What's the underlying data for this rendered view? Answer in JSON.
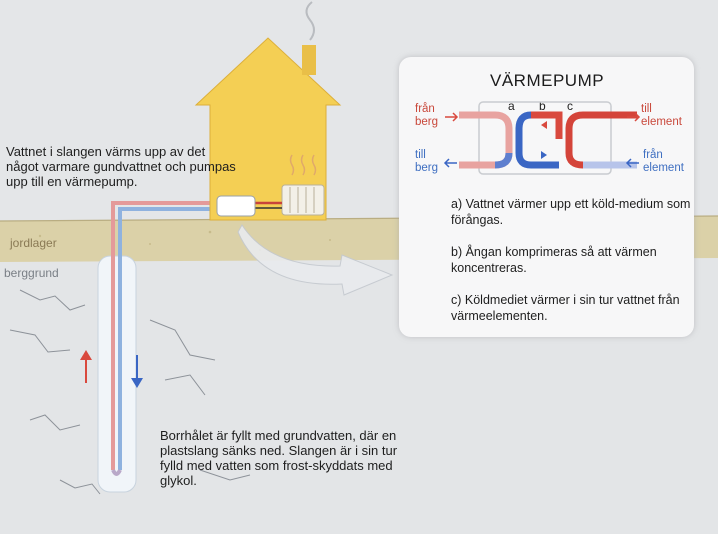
{
  "intro_text": "Vattnet i slangen värms upp av det något varmare gundvattnet och pumpas upp till en värmepump.",
  "layers": {
    "soil": "jordlager",
    "bedrock": "berggrund"
  },
  "borehole_text": "Borrhålet är fyllt med grundvatten, där en plastslang sänks ned. Slangen är i sin tur fylld med vatten som frost-skyddats med glykol.",
  "heat_pump": {
    "title": "VÄRMEPUMP",
    "from_rock": "från berg",
    "to_rock": "till berg",
    "to_element": "till element",
    "from_element": "från element",
    "letters": [
      "a",
      "b",
      "c"
    ],
    "step_a": "a) Vattnet värmer upp ett köld-medium som förångas.",
    "step_b": "b) Ångan komprimeras så att värmen koncentreras.",
    "step_c": "c) Köldmediet värmer i sin tur vattnet från värmeelementen."
  },
  "colors": {
    "hot": "#d9493e",
    "cold": "#3a66c4",
    "house": "#f6d45a",
    "soil": "#d9cfa6",
    "bedrock": "#e4e6e8"
  }
}
